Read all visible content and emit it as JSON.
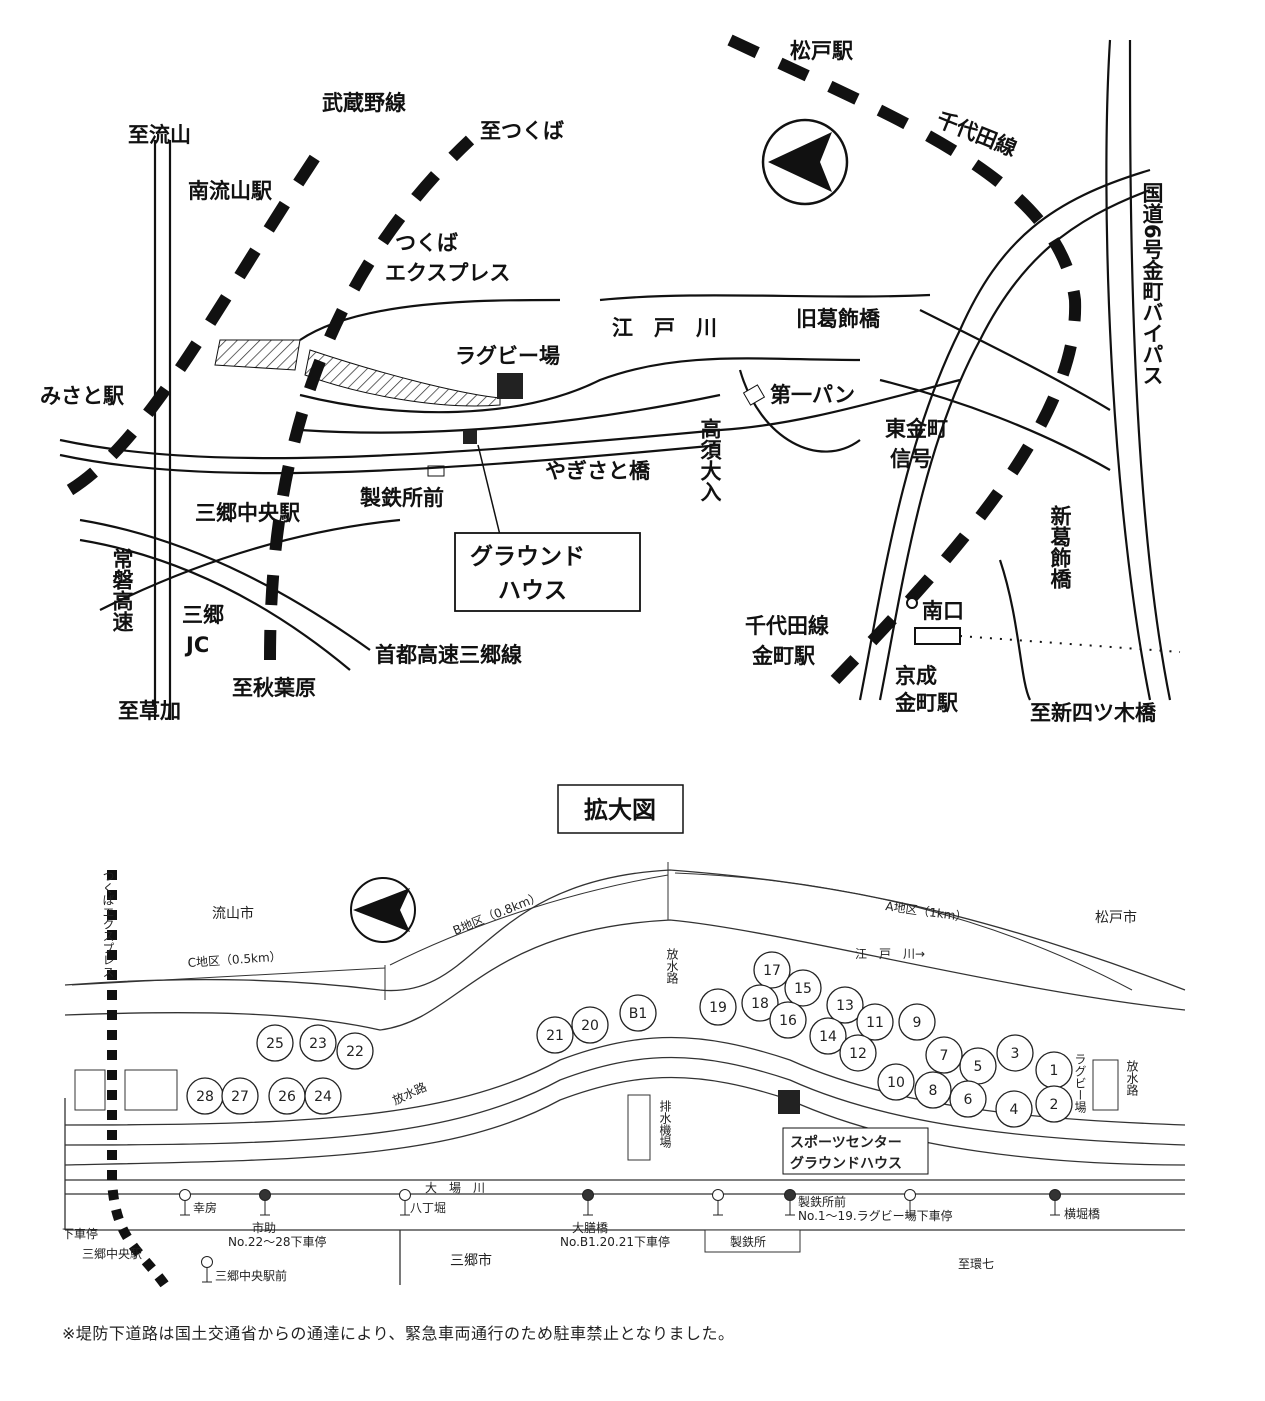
{
  "overview_map": {
    "labels": {
      "matsudo_station": "松戸駅",
      "musashino_line": "武蔵野線",
      "to_tsukuba": "至つくば",
      "to_nagareyama": "至流山",
      "chiyoda_line": "千代田線",
      "route6": "国道6号金町バイパス",
      "minami_nagareyama": "南流山駅",
      "tx_1": "つくば",
      "tx_2": "エクスプレス",
      "edogawa": "江　戸　川",
      "kyu_katsushika": "旧葛飾橋",
      "rugby_field": "ラグビー場",
      "misato_station": "みさと駅",
      "daiichi_pan": "第一パン",
      "higashi_kanamachi_1": "東金町",
      "higashi_kanamachi_2": "信号",
      "takasu_oiri": "高須大入",
      "yagisato_bridge": "やぎさと橋",
      "seitetsusho_mae": "製鉄所前",
      "misato_chuo": "三郷中央駅",
      "ground_house_1": "グラウンド",
      "ground_house_2": "ハウス",
      "joban_expressway": "常磐高速",
      "misato_jc_1": "三郷",
      "misato_jc_2": "JC",
      "shin_katsushika": "新葛飾橋",
      "chiyoda_kanamachi_1": "千代田線",
      "chiyoda_kanamachi_2": "金町駅",
      "south_exit": "南口",
      "shuto_misato": "首都高速三郷線",
      "keisei_1": "京成",
      "keisei_2": "金町駅",
      "to_akihabara": "至秋葉原",
      "to_soka": "至草加",
      "to_shin_yotsugi": "至新四ツ木橋"
    }
  },
  "enlarged_title": "拡大図",
  "detail_map": {
    "labels": {
      "tx_vertical": "つくばエクスプレス",
      "nagareyama_city": "流山市",
      "matsudo_city": "松戸市",
      "misato_city": "三郷市",
      "zone_c": "C地区（0.5km）",
      "zone_b": "B地区（0.8km）",
      "zone_a": "A地区（1km）",
      "edogawa": "江　戸　川→",
      "spillway_1": "放水路",
      "spillway_2": "放水路",
      "spillway_3": "放水路",
      "drainage": "排水機場",
      "rugby": "ラグビー場",
      "sports_center_1": "スポーツセンター",
      "sports_center_2": "グラウンドハウス",
      "oba_river": "大　場　川",
      "stop_kofusa": "幸房",
      "stop_ichisuke": "市助",
      "stop_ichisuke_note": "No.22～28下車停",
      "stop_hacchobori": "八丁堀",
      "stop_ozenbashi": "大膳橋",
      "stop_ozenbashi_note": "No.B1.20.21下車停",
      "stop_seitetsusho": "製鉄所前",
      "stop_seitetsusho_note": "No.1～19.ラグビー場下車停",
      "stop_yokobori": "横堀橋",
      "stop_misato_chuo_mae": "三郷中央駅前",
      "misato_chuo_station": "三郷中央駅",
      "geshatei": "下車停",
      "seitetsusho": "製鉄所",
      "to_kannana": "至環七"
    },
    "fields": [
      "25",
      "23",
      "22",
      "28",
      "27",
      "26",
      "24",
      "21",
      "20",
      "B1",
      "19",
      "17",
      "15",
      "18",
      "16",
      "13",
      "11",
      "14",
      "12",
      "9",
      "7",
      "5",
      "3",
      "10",
      "8",
      "6",
      "4",
      "1",
      "2"
    ]
  },
  "footnote": "※堤防下道路は国土交通省からの通達により、緊急車両通行のため駐車禁止となりました。"
}
